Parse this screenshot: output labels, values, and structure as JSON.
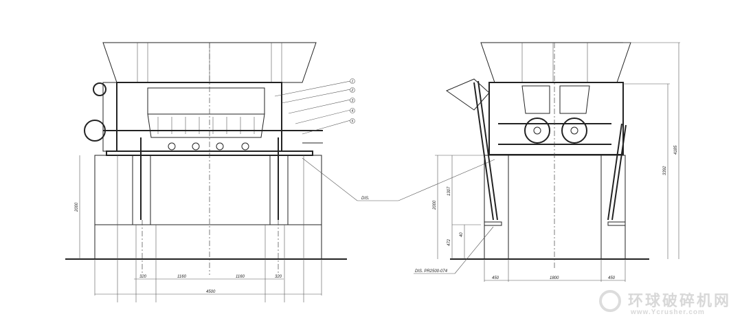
{
  "front_view": {
    "callouts": [
      "1",
      "2",
      "3",
      "4",
      "5"
    ],
    "dim_height": "2000",
    "dim_bottom": [
      "320",
      "1160",
      "1160",
      "320"
    ],
    "dim_total": "4500",
    "dis_label": "DIS."
  },
  "side_view": {
    "dim_left": [
      "2000",
      "1307",
      "472",
      "40"
    ],
    "dim_right": [
      "3392",
      "4185"
    ],
    "dim_bottom": [
      "450",
      "1800",
      "450"
    ],
    "dis_label": "DIS. PR2500-074"
  },
  "watermark": {
    "title": "环球破碎机网",
    "url": "www.Ycrusher.com"
  }
}
